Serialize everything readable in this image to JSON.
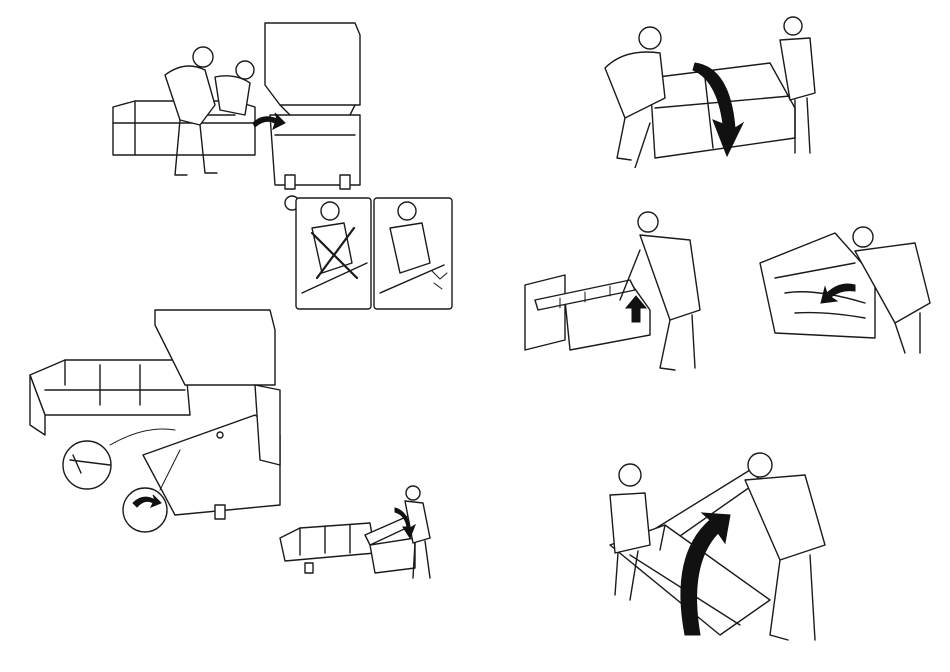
{
  "manual": {
    "caution_marker": "",
    "colors": {
      "line": "#1a1a1a",
      "arrow": "#111111",
      "background": "#ffffff"
    },
    "steps": [
      {
        "id": "step-1",
        "description_icon": "open-storage-icon"
      },
      {
        "id": "step-2",
        "description_icon": "correct-incorrect-grip-icon"
      },
      {
        "id": "step-3",
        "description_icon": "bolt-connection-icon"
      },
      {
        "id": "step-4",
        "description_icon": "close-lid-icon"
      },
      {
        "id": "step-5",
        "description_icon": "tilt-module-icon"
      },
      {
        "id": "step-6",
        "description_icon": "lift-cushion-icon"
      },
      {
        "id": "step-7",
        "description_icon": "fill-storage-icon"
      },
      {
        "id": "step-8",
        "description_icon": "raise-module-icon"
      }
    ]
  }
}
